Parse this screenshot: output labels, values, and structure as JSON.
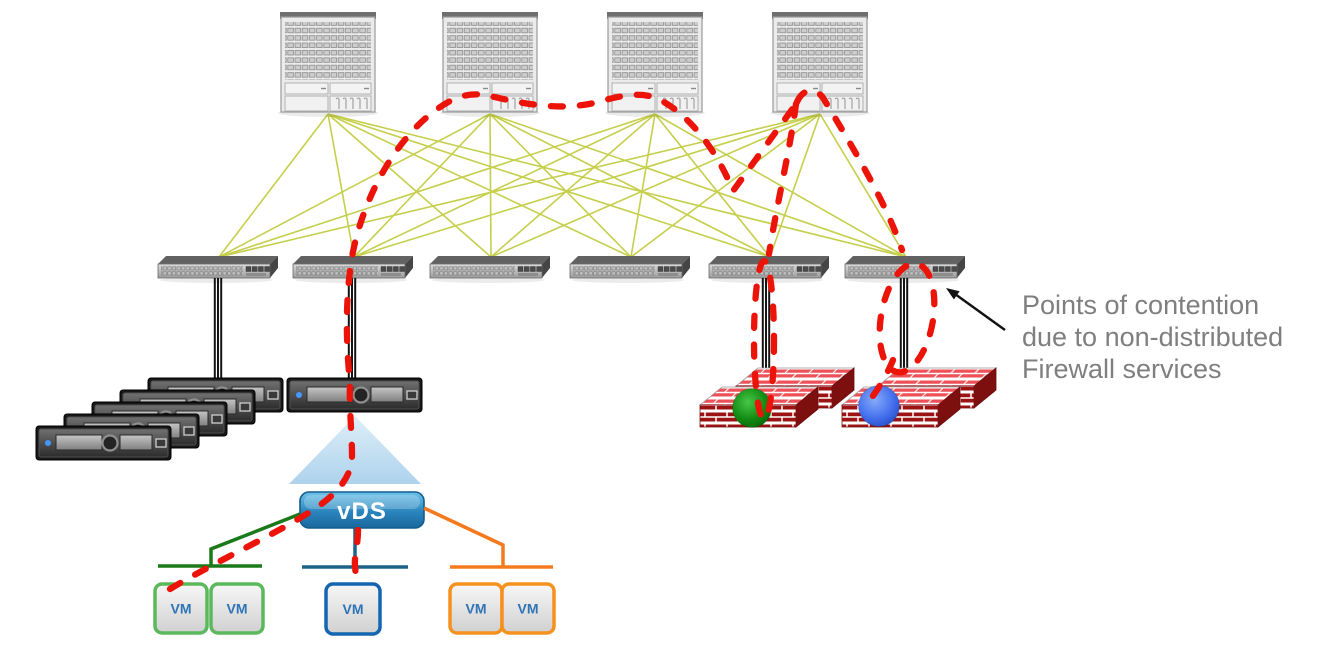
{
  "annotation": {
    "lines": [
      "Points of contention",
      "due to non-distributed",
      "Firewall services"
    ],
    "color": "#7f7f7f"
  },
  "vds": {
    "label": "vDS"
  },
  "vm_groups": [
    {
      "name": "port-group-green",
      "bus_color": "#1a7a1a",
      "vm_border": "#5cb85c",
      "vms": [
        "VM",
        "VM"
      ]
    },
    {
      "name": "port-group-blue",
      "bus_color": "#1d6286",
      "vm_border": "#1565b0",
      "vms": [
        "VM"
      ]
    },
    {
      "name": "port-group-orange",
      "bus_color": "#f57a1d",
      "vm_border": "#f5921e",
      "vms": [
        "VM",
        "VM"
      ]
    }
  ],
  "topology": {
    "spine_count": 4,
    "leaf_count": 6,
    "server_stack_count": 5,
    "host_count": 1,
    "firewalls": [
      {
        "name": "firewall-green",
        "sphere": "green"
      },
      {
        "name": "firewall-blue",
        "sphere": "blue"
      }
    ]
  },
  "colors": {
    "mesh_link": "#c5cf4b",
    "traffic": "#ec1309",
    "cable": "#141414",
    "vm_text": "#2f74b5",
    "brick_front": "#9c1313",
    "brick_top": "#ee5058",
    "brick_side": "#7d0f0f",
    "arrow": "#111111",
    "green_sphere_mid": "#128a12",
    "blue_sphere_mid": "#4470ee"
  }
}
